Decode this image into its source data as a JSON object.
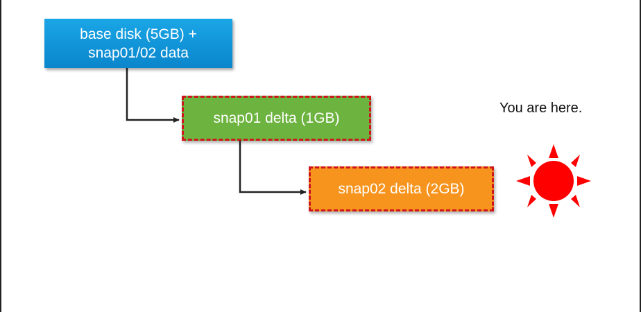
{
  "diagram": {
    "nodes": {
      "base": {
        "line1": "base disk (5GB) +",
        "line2": "snap01/02 data"
      },
      "snap01": {
        "label": "snap01 delta (1GB)"
      },
      "snap02": {
        "label": "snap02 delta (2GB)"
      }
    },
    "edges": [
      {
        "from": "base",
        "to": "snap01"
      },
      {
        "from": "snap01",
        "to": "snap02"
      }
    ],
    "marker": {
      "text": "You are here.",
      "icon": "sun-icon",
      "icon_color": "#ff0000"
    },
    "colors": {
      "base": "#0d96d9",
      "snap01": "#6db33f",
      "snap02": "#f7941d",
      "dashed_border": "#d0141b"
    }
  }
}
